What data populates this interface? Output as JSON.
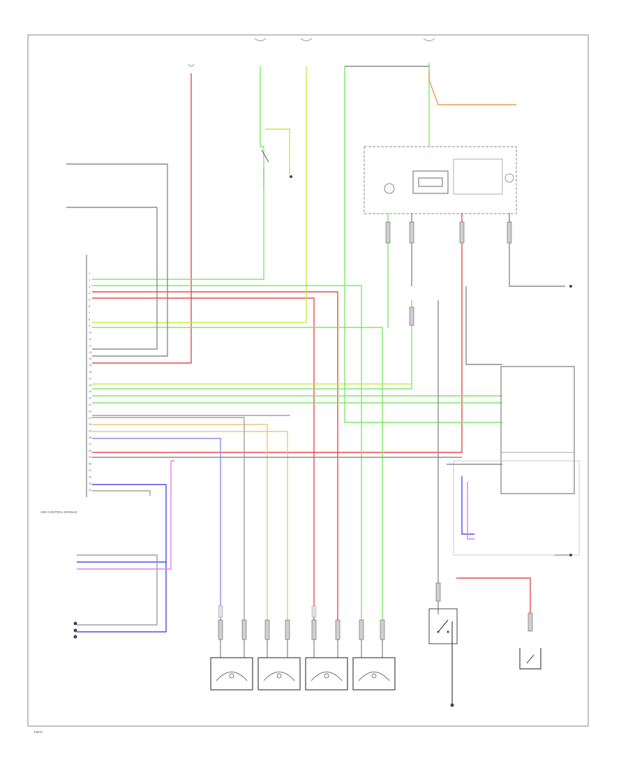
{
  "diagram_id": "74470",
  "abs_module_label": "ABS CONTROL MODULE",
  "colors": {
    "red": "#e84a4a",
    "green": "#7de86a",
    "yellow_green": "#c8e84a",
    "blue": "#4a4ae8",
    "violet": "#e87de8",
    "tan": "#e8c87a",
    "orange": "#e89a4a",
    "brown_red": "#c87a5a",
    "gray": "#8c8c8c",
    "black": "#3c3c3c"
  },
  "connector_pins": [
    "1",
    "2",
    "3",
    "4",
    "5",
    "6",
    "7",
    "8",
    "9",
    "10",
    "11",
    "12",
    "13",
    "14",
    "15",
    "16",
    "17",
    "18",
    "19",
    "20",
    "21",
    "22",
    "23",
    "24",
    "25",
    "26",
    "27",
    "28",
    "29",
    "30",
    "31",
    "32",
    "33",
    "34"
  ],
  "wheel_sensors": [
    {
      "id": "lf"
    },
    {
      "id": "rf"
    },
    {
      "id": "lr"
    },
    {
      "id": "rr"
    }
  ]
}
